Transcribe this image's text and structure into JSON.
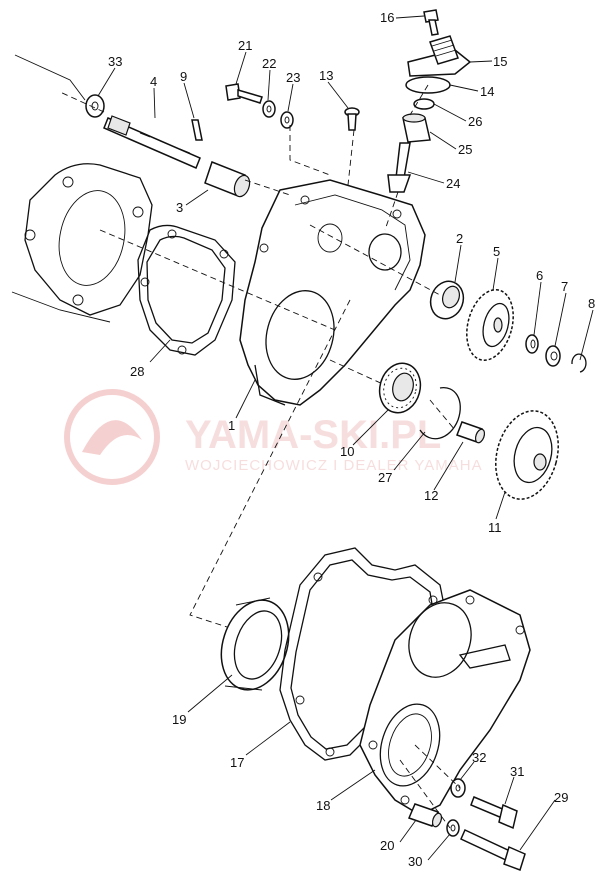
{
  "watermark": {
    "brand": "YAMA-SKI.PL",
    "subtitle": "WOJCIECHOWICZ I DEALER YAMAHA",
    "color": "#e88a8a"
  },
  "callouts": [
    {
      "id": "c1",
      "label": "1"
    },
    {
      "id": "c2",
      "label": "2"
    },
    {
      "id": "c3",
      "label": "3"
    },
    {
      "id": "c4",
      "label": "4"
    },
    {
      "id": "c5",
      "label": "5"
    },
    {
      "id": "c6",
      "label": "6"
    },
    {
      "id": "c7",
      "label": "7"
    },
    {
      "id": "c8",
      "label": "8"
    },
    {
      "id": "c9",
      "label": "9"
    },
    {
      "id": "c10",
      "label": "10"
    },
    {
      "id": "c11",
      "label": "11"
    },
    {
      "id": "c12",
      "label": "12"
    },
    {
      "id": "c13",
      "label": "13"
    },
    {
      "id": "c14",
      "label": "14"
    },
    {
      "id": "c15",
      "label": "15"
    },
    {
      "id": "c16",
      "label": "16"
    },
    {
      "id": "c17",
      "label": "17"
    },
    {
      "id": "c18",
      "label": "18"
    },
    {
      "id": "c19",
      "label": "19"
    },
    {
      "id": "c20",
      "label": "20"
    },
    {
      "id": "c21",
      "label": "21"
    },
    {
      "id": "c22",
      "label": "22"
    },
    {
      "id": "c23",
      "label": "23"
    },
    {
      "id": "c24",
      "label": "24"
    },
    {
      "id": "c25",
      "label": "25"
    },
    {
      "id": "c26",
      "label": "26"
    },
    {
      "id": "c27",
      "label": "27"
    },
    {
      "id": "c28",
      "label": "28"
    },
    {
      "id": "c29",
      "label": "29"
    },
    {
      "id": "c30",
      "label": "30"
    },
    {
      "id": "c31",
      "label": "31"
    },
    {
      "id": "c32",
      "label": "32"
    },
    {
      "id": "c33",
      "label": "33"
    }
  ]
}
